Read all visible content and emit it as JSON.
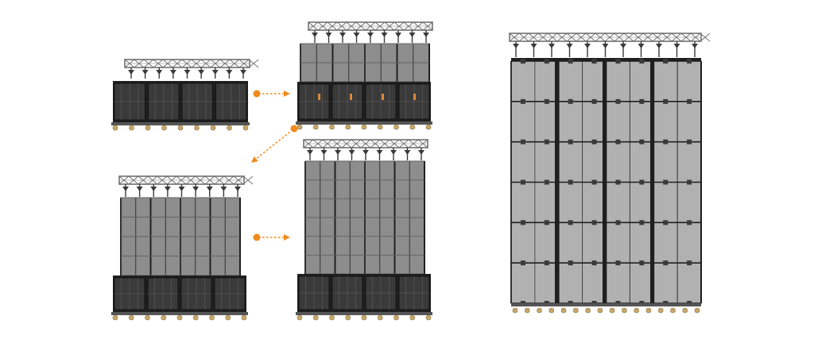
{
  "colors": {
    "background": "#ffffff",
    "truss": "#6f6f6f",
    "truss_light": "#a9a9a9",
    "frame_dark": "#1f1f1f",
    "frame_mid": "#3a3a3a",
    "panel_grey": "#8c8c8c",
    "final_panel": "#b3b3b3",
    "grid_line": "#5a5a5a",
    "caster": "#c8a86a",
    "arrow": "#f08a1c",
    "accent_orange": "#d98a3c"
  },
  "assembly_steps": [
    {
      "step": 1,
      "stage": "cases-on-floor",
      "lifted_rows": 0,
      "stacked_rows": 1
    },
    {
      "step": 2,
      "stage": "first-row-lifted",
      "lifted_rows": 1,
      "stacked_rows": 2
    },
    {
      "step": 3,
      "stage": "two-rows-lifted",
      "lifted_rows": 2,
      "stacked_rows": 3
    },
    {
      "step": 4,
      "stage": "three-rows-lifted",
      "lifted_rows": 3,
      "stacked_rows": 4
    }
  ],
  "arrows": [
    {
      "from_step": 1,
      "to_step": 2,
      "direction": "right"
    },
    {
      "from_step": 2,
      "to_step": 3,
      "direction": "down-left"
    },
    {
      "from_step": 3,
      "to_step": 4,
      "direction": "right"
    }
  ],
  "final_wall": {
    "columns": 8,
    "rows": 6,
    "stage": "completed-wall"
  },
  "icons": [
    "truss-icon",
    "caster-wheel-icon",
    "arrow-right-icon",
    "arrow-down-left-icon"
  ]
}
